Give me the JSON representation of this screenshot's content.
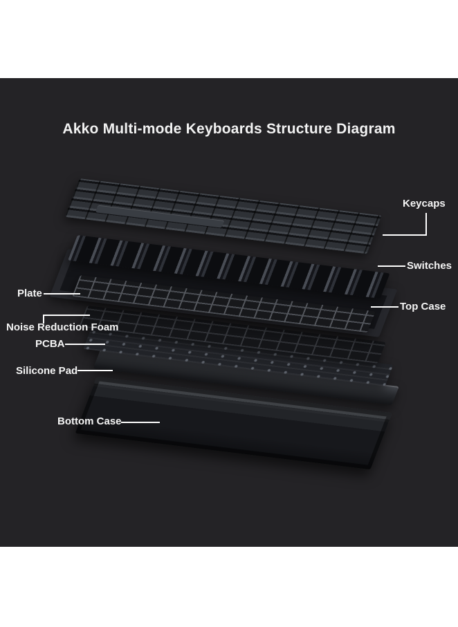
{
  "title": "Akko Multi-mode Keyboards Structure Diagram",
  "diagram": {
    "type": "exploded-view",
    "product": "Akko Multi-mode Keyboard",
    "layers_top_to_bottom": [
      "Keycaps",
      "Switches",
      "Plate",
      "Top Case",
      "Noise Reduction Foam",
      "PCBA",
      "Silicone Pad",
      "Bottom Case"
    ]
  },
  "callouts": {
    "keycaps": "Keycaps",
    "switches": "Switches",
    "top_case": "Top Case",
    "plate": "Plate",
    "noise_reduction_foam": "Noise Reduction Foam",
    "pcba": "PCBA",
    "silicone_pad": "Silicone Pad",
    "bottom_case": "Bottom Case"
  },
  "logo": {
    "text": "Akko",
    "color": "#9550c0"
  },
  "colors": {
    "page_background": "#ffffff",
    "panel_background": "#242326",
    "label_text": "#f5f5f5",
    "leader_line": "#ffffff"
  }
}
